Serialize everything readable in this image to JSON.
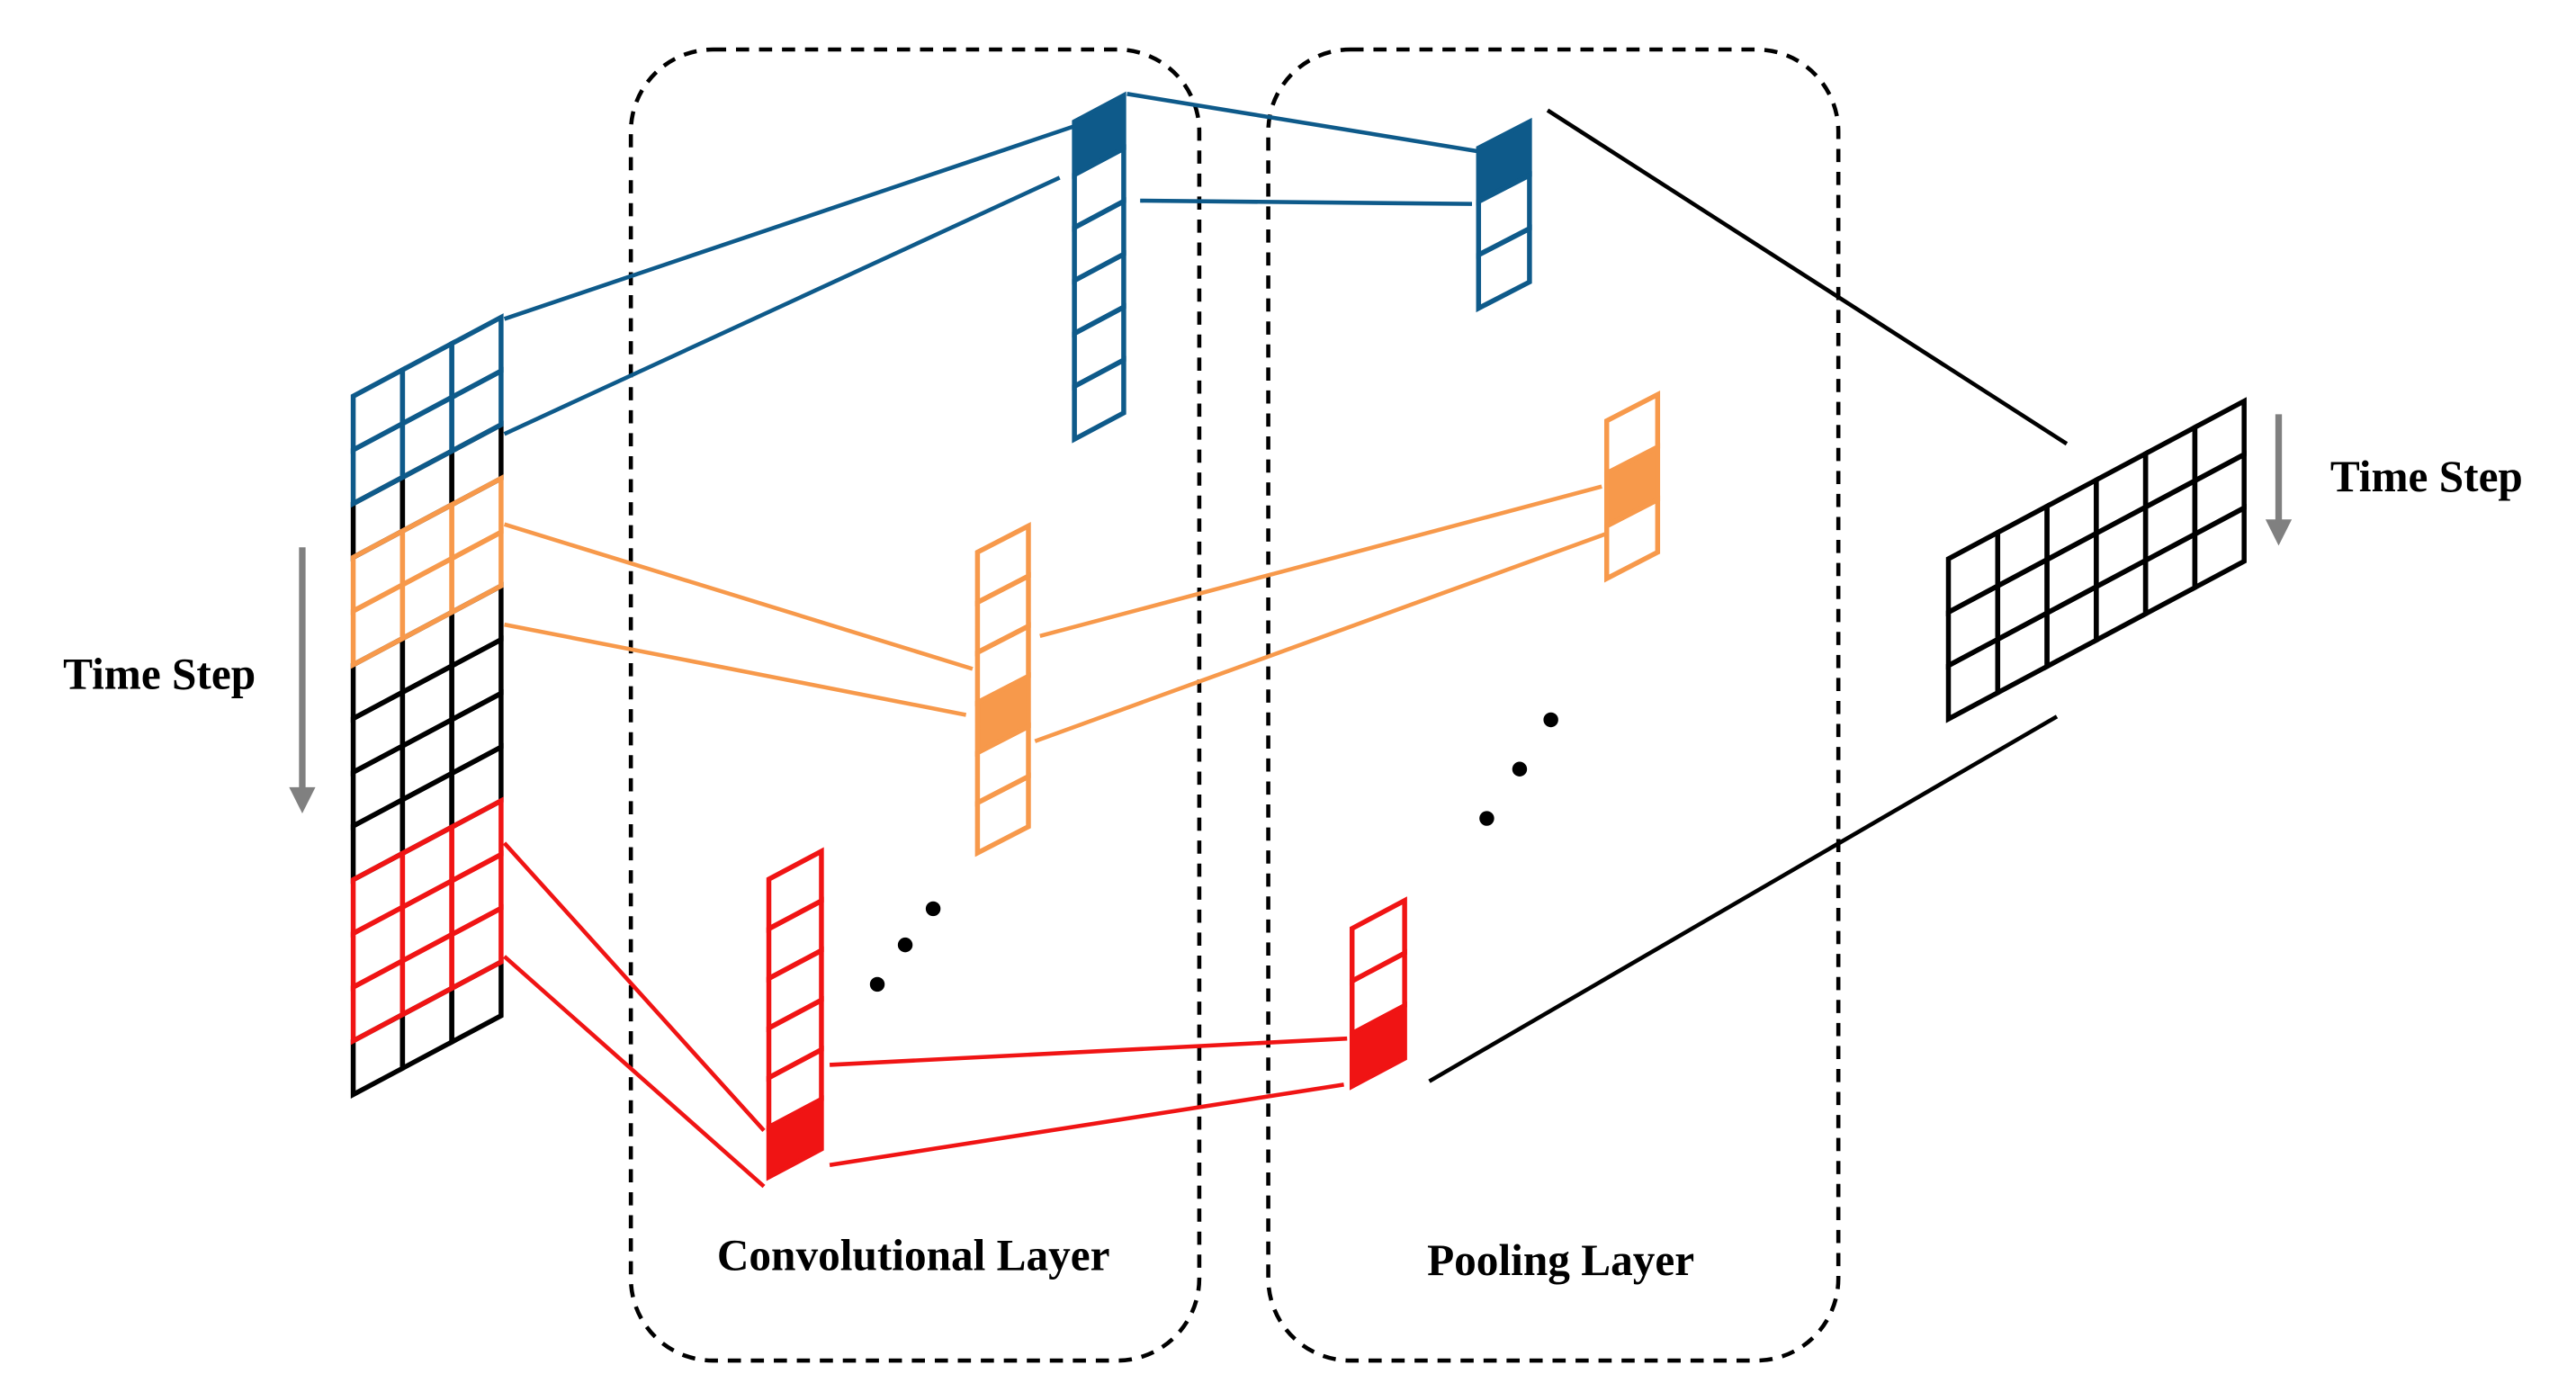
{
  "labels": {
    "time_step_left": "Time Step",
    "time_step_right": "Time Step",
    "conv_layer": "Convolutional Layer",
    "pool_layer": "Pooling Layer"
  },
  "colors": {
    "blue": "#0e5a8a",
    "orange": "#f7994b",
    "red": "#f01414",
    "black": "#000000",
    "arrow_gray": "#808080",
    "dashed_box": "#000000"
  },
  "input_matrix": {
    "rows": 13,
    "cols": 3,
    "row_groups": [
      {
        "name": "blue-kernel-rows",
        "rows": [
          0,
          1
        ],
        "color": "blue"
      },
      {
        "name": "black-rows-a",
        "rows": [
          2
        ],
        "color": "black"
      },
      {
        "name": "orange-kernel-rows",
        "rows": [
          3,
          4
        ],
        "color": "orange"
      },
      {
        "name": "black-rows-b",
        "rows": [
          5,
          6,
          7,
          8
        ],
        "color": "black"
      },
      {
        "name": "red-kernel-rows",
        "rows": [
          9,
          10,
          11
        ],
        "color": "red"
      }
    ]
  },
  "conv_vectors": [
    {
      "name": "conv-vector-blue",
      "cells": 6,
      "highlight": 0,
      "color": "blue"
    },
    {
      "name": "conv-vector-orange",
      "cells": 6,
      "highlight": 3,
      "color": "orange"
    },
    {
      "name": "conv-vector-red",
      "cells": 6,
      "highlight": 5,
      "color": "red"
    }
  ],
  "pool_vectors": [
    {
      "name": "pool-vector-blue",
      "cells": 3,
      "highlight": 0,
      "color": "blue"
    },
    {
      "name": "pool-vector-orange",
      "cells": 3,
      "highlight": 1,
      "color": "orange"
    },
    {
      "name": "pool-vector-red",
      "cells": 3,
      "highlight": 2,
      "color": "red"
    }
  ],
  "output_matrix": {
    "rows": 3,
    "cols": 6
  }
}
